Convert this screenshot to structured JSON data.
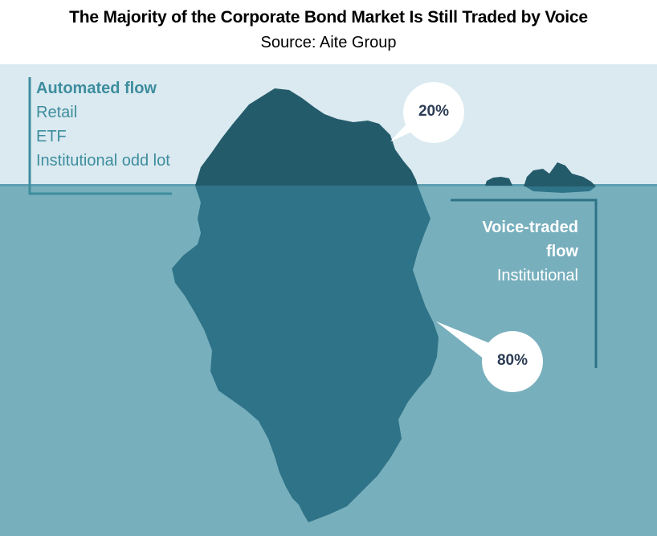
{
  "header": {
    "title": "The Majority of the Corporate Bond Market Is Still Traded by Voice",
    "subtitle": "Source: Aite Group"
  },
  "automated": {
    "heading": "Automated flow",
    "items": [
      "Retail",
      "ETF",
      "Institutional odd lot"
    ],
    "share": "20%"
  },
  "voice": {
    "heading_line1": "Voice-traded",
    "heading_line2": "flow",
    "items": [
      "Institutional"
    ],
    "share": "80%"
  },
  "colors": {
    "sky": "#daeaf0",
    "water": "#78afbd",
    "ice_above": "#245b6b",
    "ice_below": "#2e7387",
    "automated_text": "#3e8d9e",
    "bubble_text": "#2c3c56"
  }
}
